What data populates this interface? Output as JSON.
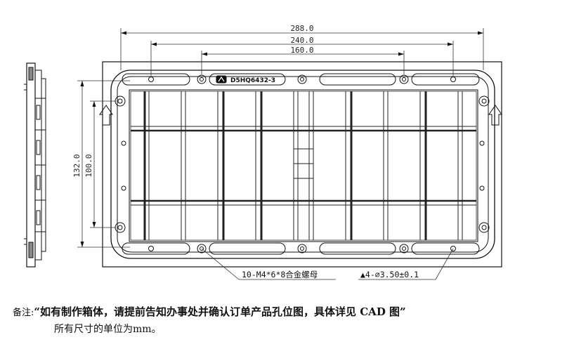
{
  "dimensions": {
    "overall_width": "288.0",
    "mid_width": "240.0",
    "inner_width": "160.0",
    "overall_height": "132.0",
    "inner_height": "100.0"
  },
  "labels": {
    "model": "D5HQ6432-3",
    "nut_callout": "10-M4*6*8合金螺母",
    "hole_callout": "▲4-⌀3.50±0.1"
  },
  "note": {
    "prefix": "备注:",
    "main": "“如有制作箱体，请提前告知办事处并确认订单产品孔位图，具体详见 CAD 图”",
    "unit_line": "所有尺寸的单位为mm。"
  }
}
